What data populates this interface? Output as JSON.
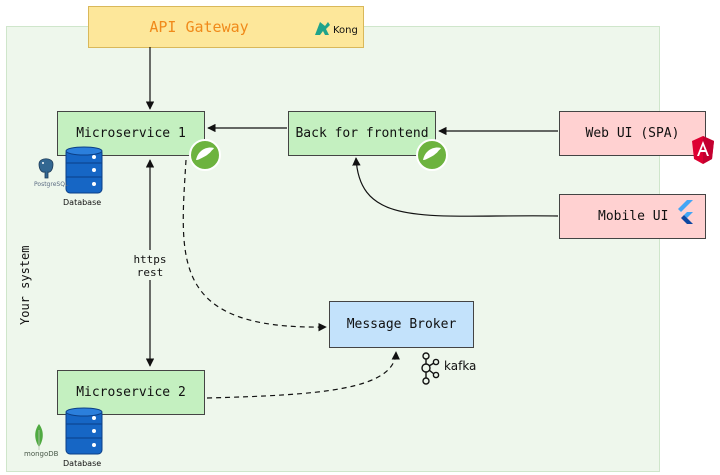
{
  "gateway": {
    "title": "API Gateway",
    "logo_text": "Kong"
  },
  "system": {
    "label": "Your system"
  },
  "nodes": {
    "microservice1": "Microservice 1",
    "microservice2": "Microservice 2",
    "bff": "Back for frontend",
    "web_ui": "Web UI (SPA)",
    "mobile_ui": "Mobile UI",
    "broker": "Message Broker"
  },
  "databases": {
    "db1_label": "Database",
    "db1_logo": "PostgreSQL",
    "db2_label": "Database",
    "db2_logo": "mongoDB"
  },
  "edges": {
    "https": "https",
    "rest": "rest"
  },
  "broker_logo": "kafka",
  "colors": {
    "service_green": "#c4f0c0",
    "client_pink": "#ffd1d1",
    "broker_blue": "#c3e2fb",
    "gateway_yellow": "#fde79a",
    "gateway_text": "#f08a1a",
    "system_bg": "#eef7ec"
  },
  "icons": [
    "kong-icon",
    "spring-icon",
    "angular-icon",
    "flutter-icon",
    "kafka-icon",
    "postgresql-icon",
    "mongodb-icon",
    "database-icon"
  ]
}
